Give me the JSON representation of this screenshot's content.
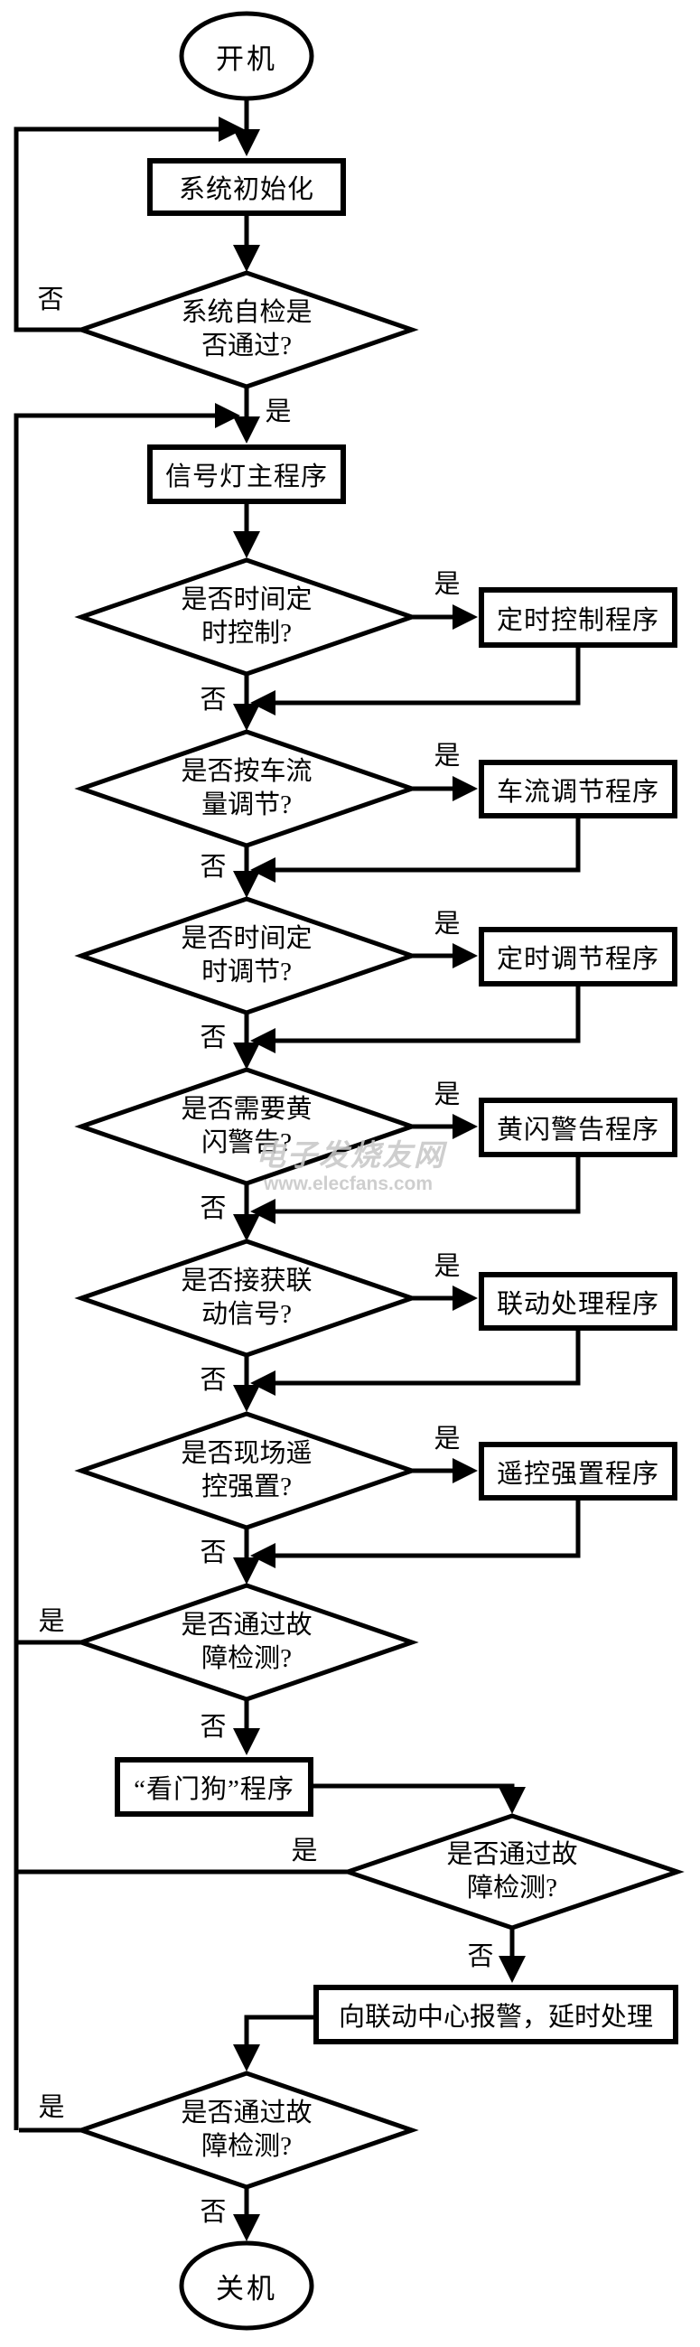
{
  "labels": {
    "yes": "是",
    "no": "否"
  },
  "nodes": {
    "start": "开机",
    "init": "系统初始化",
    "self_check": "系统自检是\n否通过?",
    "main": "信号灯主程序",
    "q_timer_control": "是否时间定\n时控制?",
    "p_timer_control": "定时控制程序",
    "q_flow_adjust": "是否按车流\n量调节?",
    "p_flow_adjust": "车流调节程序",
    "q_timer_adjust": "是否时间定\n时调节?",
    "p_timer_adjust": "定时调节程序",
    "q_yellow_flash": "是否需要黄\n闪警告?",
    "p_yellow_flash": "黄闪警告程序",
    "q_linkage_signal": "是否接获联\n动信号?",
    "p_linkage": "联动处理程序",
    "q_remote_force": "是否现场遥\n控强置?",
    "p_remote_force": "遥控强置程序",
    "q_fault_1": "是否通过故\n障检测?",
    "watchdog": "“看门狗”程序",
    "q_fault_2": "是否通过故\n障检测?",
    "alarm": "向联动中心报警，延时处理",
    "q_fault_3": "是否通过故\n障检测?",
    "end": "关机"
  },
  "watermark": {
    "line1": "电子发烧友网",
    "line2": "www.elecfans.com"
  },
  "colors": {
    "line": "#000000",
    "background": "#ffffff",
    "watermark": "#c8c8c8"
  }
}
